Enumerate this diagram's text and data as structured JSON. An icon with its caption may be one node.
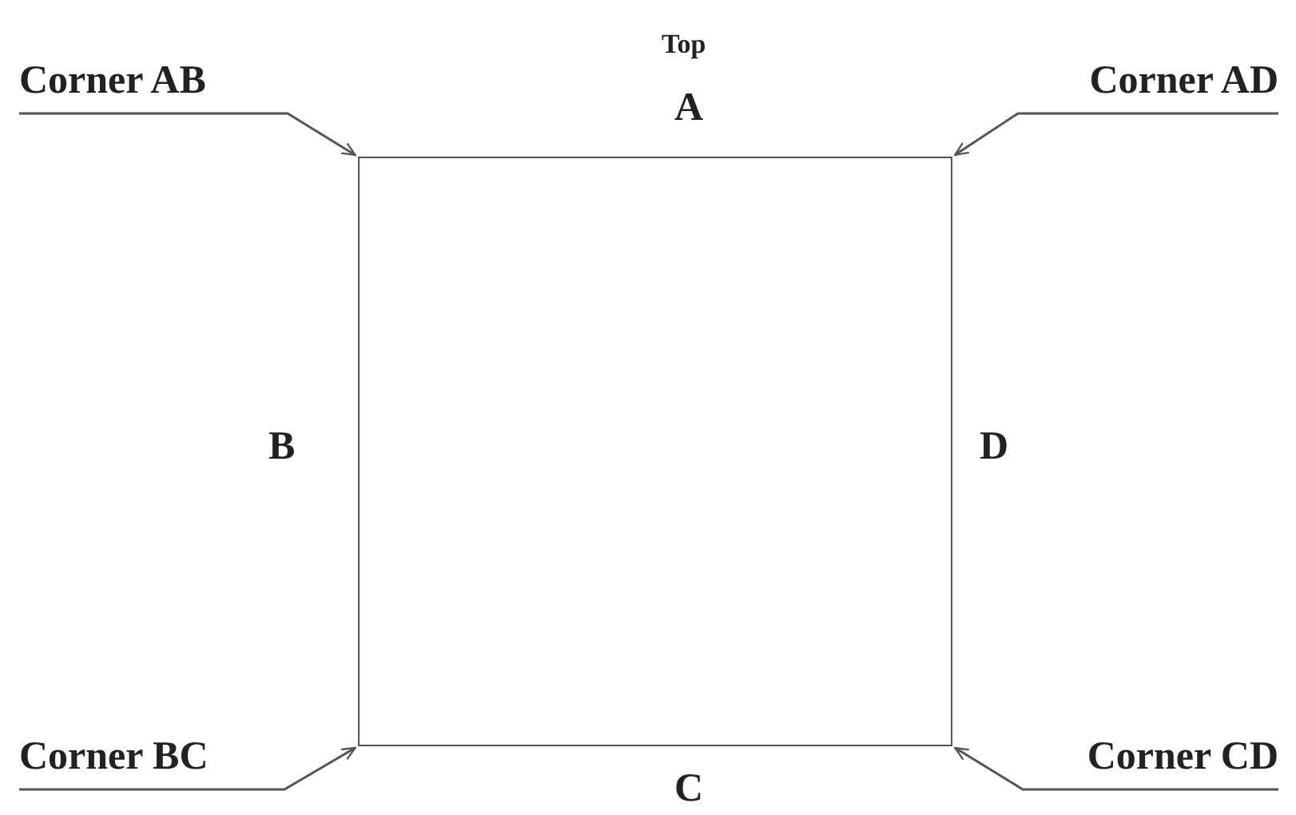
{
  "diagram": {
    "nodes": [
      {
        "text": [
          "Corner AB"
        ]
      },
      {
        "text": [
          "Corner AD"
        ]
      },
      {
        "text": [],
        "shape": "box"
      },
      {
        "text": [
          "Corner BC"
        ]
      },
      {
        "text": [
          "Corner CD"
        ]
      }
    ],
    "edges": [
      {
        "from": 0,
        "to": 2,
        "arrow": "to"
      },
      {
        "from": 1,
        "to": 2,
        "arrow": "to"
      },
      {
        "from": 3,
        "to": 2,
        "arrow": "to"
      },
      {
        "from": 4,
        "to": 2,
        "arrow": "to"
      }
    ],
    "labels": [
      "Top",
      "A",
      "B",
      "D",
      "C"
    ]
  }
}
